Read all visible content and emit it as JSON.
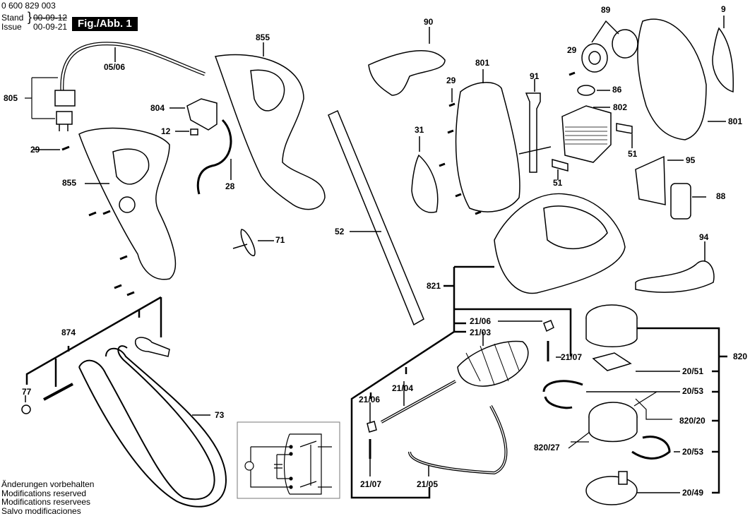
{
  "header": {
    "part_number": "0 600 829 003",
    "stand_label": "Stand",
    "issue_label": "Issue",
    "stand_date": "00-09-12",
    "issue_date": "00-09-21",
    "figure_label": "Fig./Abb. 1"
  },
  "footer": {
    "lines": [
      "Änderungen vorbehalten",
      "Modifications reserved",
      "Modifications reservees",
      "Salvo modificaciones"
    ]
  },
  "parts": {
    "p_05_06": "05/06",
    "p_805": "805",
    "p_804": "804",
    "p_12": "12",
    "p_29a": "29",
    "p_855a": "855",
    "p_855b": "855",
    "p_28": "28",
    "p_71": "71",
    "p_52": "52",
    "p_90": "90",
    "p_801a": "801",
    "p_29b": "29",
    "p_31": "31",
    "p_91": "91",
    "p_89": "89",
    "p_29c": "29",
    "p_86": "86",
    "p_802": "802",
    "p_51a": "51",
    "p_51b": "51",
    "p_9": "9",
    "p_801b": "801",
    "p_95": "95",
    "p_88": "88",
    "p_94": "94",
    "p_821": "821",
    "p_21_06a": "21/06",
    "p_21_03": "21/03",
    "p_21_07a": "21/07",
    "p_21_04": "21/04",
    "p_21_06b": "21/06",
    "p_21_07b": "21/07",
    "p_21_05": "21/05",
    "p_820": "820",
    "p_20_51": "20/51",
    "p_20_53a": "20/53",
    "p_820_20": "820/20",
    "p_820_27": "820/27",
    "p_20_53b": "20/53",
    "p_20_49": "20/49",
    "p_874": "874",
    "p_77": "77",
    "p_73": "73"
  }
}
